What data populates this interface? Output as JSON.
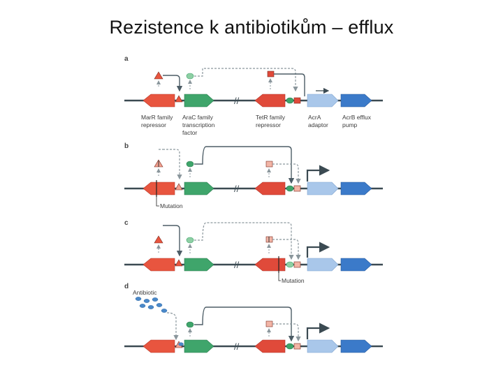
{
  "title": "Rezistence k antibiotikům – efflux",
  "panels": [
    {
      "letter": "a"
    },
    {
      "letter": "b",
      "mutation_label": "Mutation"
    },
    {
      "letter": "c",
      "mutation_label": "Mutation"
    },
    {
      "letter": "d",
      "antibiotic_label": "Antibiotic"
    }
  ],
  "gene_labels": {
    "marr_line1": "MarR family",
    "marr_line2": "repressor",
    "arac_line1": "AraC family",
    "arac_line2": "transcription",
    "arac_line3": "factor",
    "tetr_line1": "TetR family",
    "tetr_line2": "repressor",
    "acra_line1": "AcrA",
    "acra_line2": "adaptor",
    "acrb_line1": "AcrB efflux",
    "acrb_line2": "pump"
  },
  "colors": {
    "marr_red": "#e8553f",
    "arac_green": "#3fa56b",
    "tetr_red": "#e04a3a",
    "acra_blue": "#a9c7ea",
    "acrb_blue": "#3b7ac9",
    "dna_line": "#3b4a52",
    "regulator_line": "#4d5d66"
  }
}
